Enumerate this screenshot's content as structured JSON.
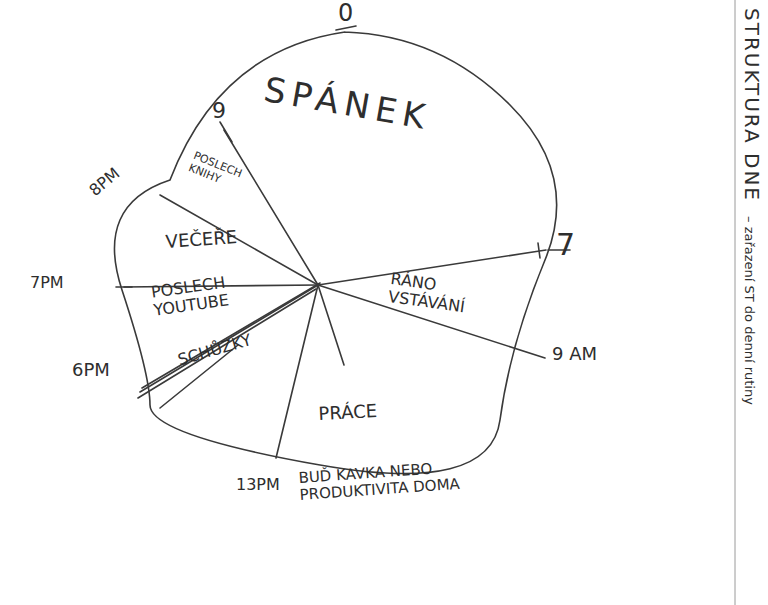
{
  "diagram": {
    "title": "STRUKTURA DNE",
    "nodes": [
      {
        "text": [
          "SPÁNEK"
        ]
      },
      {
        "text": [
          "POSLECH KNIHY"
        ]
      },
      {
        "text": [
          "VEČEŘE"
        ]
      },
      {
        "text": [
          "RÁNO VSTÁVÁNÍ"
        ]
      },
      {
        "text": [
          "POSLECH YOUTUBE"
        ]
      },
      {
        "text": [
          "SCHŮZKY"
        ]
      },
      {
        "text": [
          "PRÁCE"
        ]
      }
    ],
    "labels": [
      "0",
      "9",
      "8PM",
      "7PM",
      "6PM",
      "13PM",
      "BUĎ KAVKA NEBO PRODUKTIVITA DOMA",
      "7",
      "9 AM",
      "– zařazení ST do denní rutiny"
    ]
  }
}
